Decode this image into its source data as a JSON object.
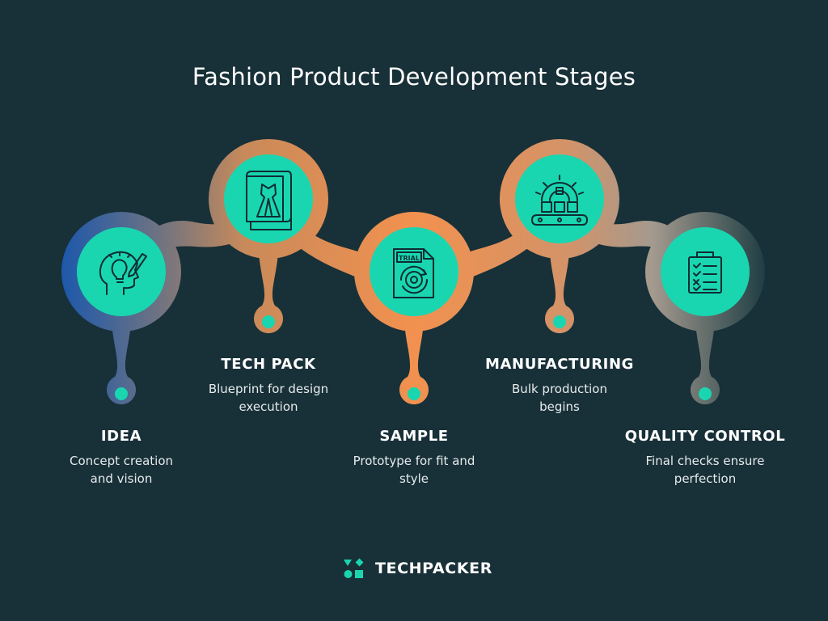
{
  "title": "Fashion Product Development Stages",
  "stages": [
    {
      "name": "IDEA",
      "description": "Concept creation and vision",
      "icon": "lightbulb-head-icon"
    },
    {
      "name": "TECH PACK",
      "description": "Blueprint for design execution",
      "icon": "dress-blueprint-icon"
    },
    {
      "name": "SAMPLE",
      "description": "Prototype for fit and style",
      "icon": "trial-document-icon",
      "icon_text": "TRIAL"
    },
    {
      "name": "MANUFACTURING",
      "description": "Bulk production begins",
      "icon": "factory-conveyor-icon"
    },
    {
      "name": "QUALITY CONTROL",
      "description": "Final checks ensure perfection",
      "icon": "clipboard-checklist-icon"
    }
  ],
  "brand": {
    "name": "TECHPACKER",
    "icon": "techpacker-logo-icon"
  },
  "colors": {
    "background": "#183038",
    "accent": "#19d6b0",
    "orange": "#f0935a",
    "blue": "#2a5fa8",
    "icon_stroke": "#0f2c33"
  }
}
